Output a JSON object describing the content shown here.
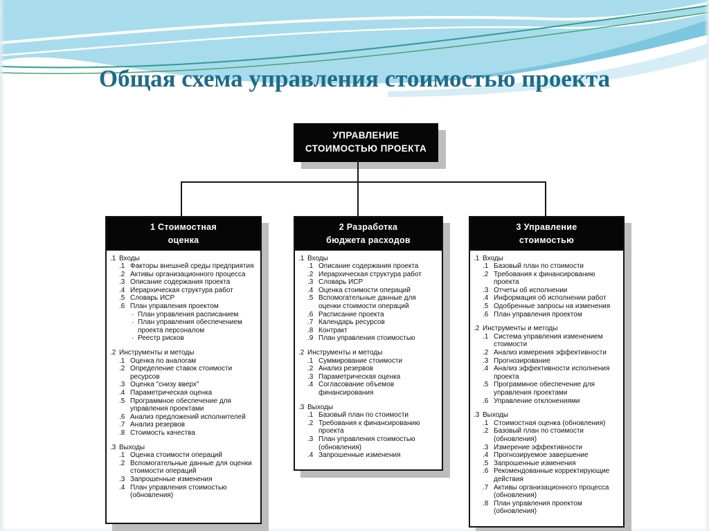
{
  "slide": {
    "title": "Общая схема управления стоимостью проекта",
    "colors": {
      "title_text": "#1d6b88",
      "box_background": "#060606",
      "box_text": "#ffffff",
      "box_shadow": "#bdbdbd",
      "wave_main": "#a8dbec",
      "wave_mid": "#7cc6df",
      "wave_teal_line": "#2f9d8e",
      "wave_green_line": "#44a56b"
    }
  },
  "diagram": {
    "root": {
      "lines": [
        "УПРАВЛЕНИЕ",
        "СТОИМОСТЬЮ ПРОЕКТА"
      ]
    },
    "columns": [
      {
        "header_lines": [
          "1 Стоимостная",
          "оценка"
        ],
        "sections": [
          {
            "num": ".1",
            "label": "Входы",
            "items": [
              {
                "n": ".1",
                "t": "Факторы внешней среды предприятия"
              },
              {
                "n": ".2",
                "t": "Активы организационного процесса"
              },
              {
                "n": ".3",
                "t": "Описание содержания проекта"
              },
              {
                "n": ".4",
                "t": "Иерархическая структура работ"
              },
              {
                "n": ".5",
                "t": "Словарь ИСР"
              },
              {
                "n": ".6",
                "t": "План управления проектом",
                "sub": [
                  "План управления расписанием",
                  "План управления обеспечением проекта персоналом",
                  "Реестр рисков"
                ]
              }
            ]
          },
          {
            "num": ".2",
            "label": "Инструменты и методы",
            "items": [
              {
                "n": ".1",
                "t": "Оценка по аналогам"
              },
              {
                "n": ".2",
                "t": "Определение ставок стоимости ресурсов"
              },
              {
                "n": ".3",
                "t": "Оценка \"снизу вверх\""
              },
              {
                "n": ".4",
                "t": "Параметрическая оценка"
              },
              {
                "n": ".5",
                "t": "Программное обеспечение для управления проектами"
              },
              {
                "n": ".6",
                "t": "Анализ предложений исполнителей"
              },
              {
                "n": ".7",
                "t": "Анализ резервов"
              },
              {
                "n": ".8",
                "t": "Стоимость качества"
              }
            ]
          },
          {
            "num": ".3",
            "label": "Выходы",
            "items": [
              {
                "n": ".1",
                "t": "Оценка стоимости операций"
              },
              {
                "n": ".2",
                "t": "Вспомогательные данные для оценки стоимости операций"
              },
              {
                "n": ".3",
                "t": "Запрошенные изменения"
              },
              {
                "n": ".4",
                "t": "План управления стоимостью (обновления)"
              }
            ]
          }
        ]
      },
      {
        "header_lines": [
          "2 Разработка",
          "бюджета расходов"
        ],
        "sections": [
          {
            "num": ".1",
            "label": "Входы",
            "items": [
              {
                "n": ".1",
                "t": "Описание содержания проекта"
              },
              {
                "n": ".2",
                "t": "Иерархическая структура работ"
              },
              {
                "n": ".3",
                "t": "Словарь ИСР"
              },
              {
                "n": ".4",
                "t": "Оценка стоимости операций"
              },
              {
                "n": ".5",
                "t": "Вспомогательные данные для оценки стоимости операций"
              },
              {
                "n": ".6",
                "t": "Расписание проекта"
              },
              {
                "n": ".7",
                "t": "Календарь ресурсов"
              },
              {
                "n": ".8",
                "t": "Контракт"
              },
              {
                "n": ".9",
                "t": "План управления стоимостью"
              }
            ]
          },
          {
            "num": ".2",
            "label": "Инструменты и методы",
            "items": [
              {
                "n": ".1",
                "t": "Суммирование стоимости"
              },
              {
                "n": ".2",
                "t": "Анализ резервов"
              },
              {
                "n": ".3",
                "t": "Параметрическая оценка"
              },
              {
                "n": ".4",
                "t": "Согласование объемов финансирования"
              }
            ]
          },
          {
            "num": ".3",
            "label": "Выходы",
            "items": [
              {
                "n": ".1",
                "t": "Базовый план по стоимости"
              },
              {
                "n": ".2",
                "t": "Требования к финансированию проекта"
              },
              {
                "n": ".3",
                "t": "План управления стоимостью (обновления)"
              },
              {
                "n": ".4",
                "t": "Запрошенные изменения"
              }
            ]
          }
        ]
      },
      {
        "header_lines": [
          "3 Управление",
          "стоимостью"
        ],
        "sections": [
          {
            "num": ".1",
            "label": "Входы",
            "items": [
              {
                "n": ".1",
                "t": "Базовый план по стоимости"
              },
              {
                "n": ".2",
                "t": "Требования к финансированию проекта"
              },
              {
                "n": ".3",
                "t": "Отчеты об исполнении"
              },
              {
                "n": ".4",
                "t": "Информация об исполнении работ"
              },
              {
                "n": ".5",
                "t": "Одобренные запросы на изменения"
              },
              {
                "n": ".6",
                "t": "План управления проектом"
              }
            ]
          },
          {
            "num": ".2",
            "label": "Инструменты и методы",
            "items": [
              {
                "n": ".1",
                "t": "Система управления изменением стоимости"
              },
              {
                "n": ".2",
                "t": "Анализ измерения эффективности"
              },
              {
                "n": ".3",
                "t": "Прогнозирование"
              },
              {
                "n": ".4",
                "t": "Анализ эффективности исполнения проекта"
              },
              {
                "n": ".5",
                "t": "Программное обеспечение для управления проектами"
              },
              {
                "n": ".6",
                "t": "Управление отклонениями"
              }
            ]
          },
          {
            "num": ".3",
            "label": "Выходы",
            "items": [
              {
                "n": ".1",
                "t": "Стоимостная оценка (обновления)"
              },
              {
                "n": ".2",
                "t": "Базовый план по стоимости (обновления)"
              },
              {
                "n": ".3",
                "t": "Измерение эффективности"
              },
              {
                "n": ".4",
                "t": "Прогнозируемое завершение"
              },
              {
                "n": ".5",
                "t": "Запрошенные изменения"
              },
              {
                "n": ".6",
                "t": "Рекомендованные корректирующие действия"
              },
              {
                "n": ".7",
                "t": "Активы организационного процесса (обновления)"
              },
              {
                "n": ".8",
                "t": "План управления проектом (обновления)"
              }
            ]
          }
        ]
      }
    ]
  }
}
